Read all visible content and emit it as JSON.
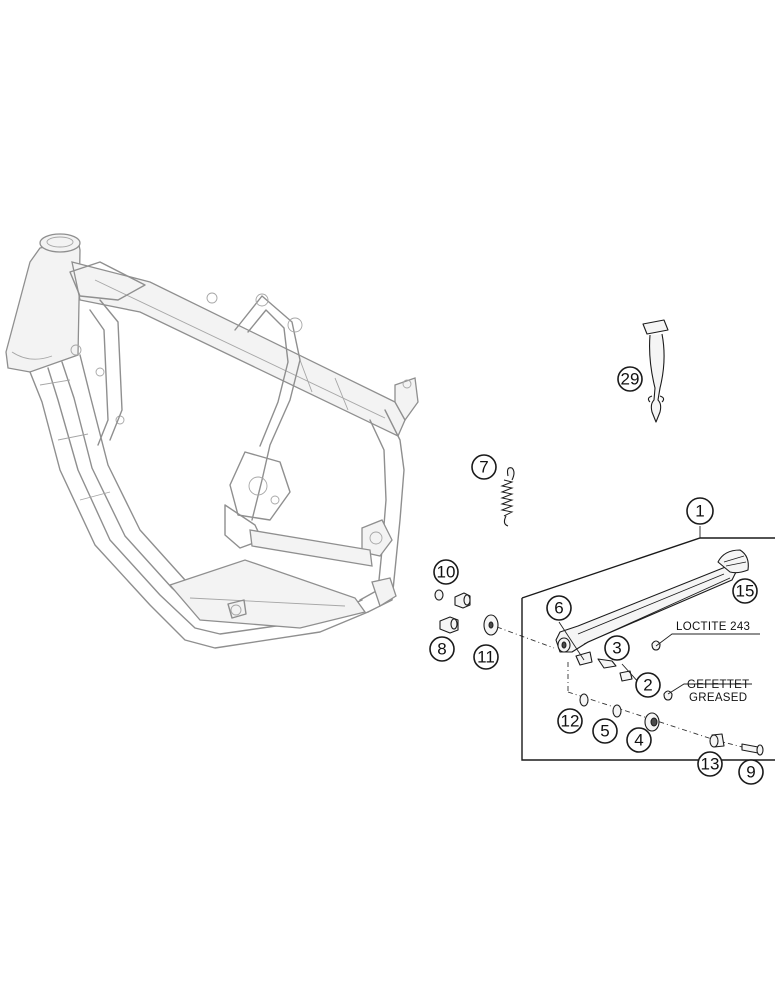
{
  "diagram": {
    "callouts": [
      "1",
      "2",
      "3",
      "4",
      "5",
      "6",
      "7",
      "8",
      "9",
      "10",
      "11",
      "12",
      "13",
      "15",
      "29"
    ],
    "notes": {
      "loctite": "LOCTITE 243",
      "greased_de": "GEFETTET",
      "greased_en": "GREASED"
    }
  }
}
